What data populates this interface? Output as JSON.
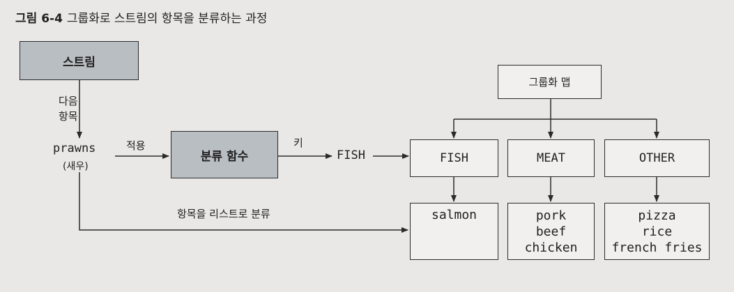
{
  "figure": {
    "number": "그림 6-4",
    "caption": "그룹화로 스트림의 항목을 분류하는 과정"
  },
  "nodes": {
    "stream": "스트림",
    "next_item": [
      "다음",
      "항목"
    ],
    "item": "prawns",
    "item_note": "(새우)",
    "apply": "적용",
    "classifier": "분류 함수",
    "key_label": "키",
    "key_value": "FISH",
    "grouping_map": "그룹화 맵",
    "add_to_list": "항목을 리스트로 분류"
  },
  "groups": [
    {
      "key": "FISH",
      "items": [
        "salmon"
      ]
    },
    {
      "key": "MEAT",
      "items": [
        "pork",
        "beef",
        "chicken"
      ]
    },
    {
      "key": "OTHER",
      "items": [
        "pizza",
        "rice",
        "french fries"
      ]
    }
  ],
  "colors": {
    "background": "#e9e8e6",
    "box_fill": "#f1f0ee",
    "shaded_fill": "#b9bec3",
    "line": "#2a2a2a"
  }
}
